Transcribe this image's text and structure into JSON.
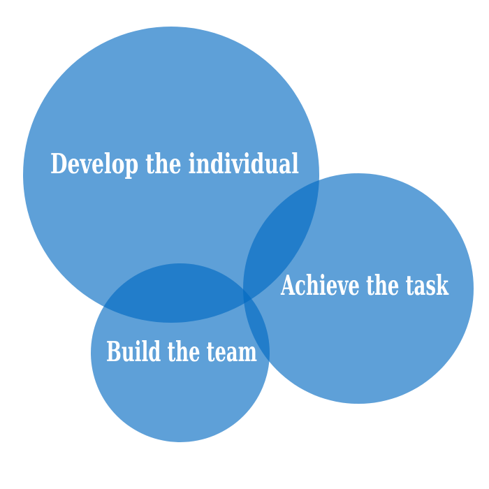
{
  "diagram": {
    "type": "venn",
    "background_color": "#ffffff",
    "circle_fill": "#0069c1",
    "circle_opacity": "0.63",
    "single_color_effective": "#5ea0d8",
    "double_overlap_color_effective": "#237dc9",
    "triple_overlap_color_effective": "#0d70c4",
    "label_color": "#ffffff",
    "circles": [
      {
        "id": "develop-individual",
        "label": "Develop the individual"
      },
      {
        "id": "achieve-task",
        "label": "Achieve the task"
      },
      {
        "id": "build-team",
        "label": "Build the team"
      }
    ]
  }
}
